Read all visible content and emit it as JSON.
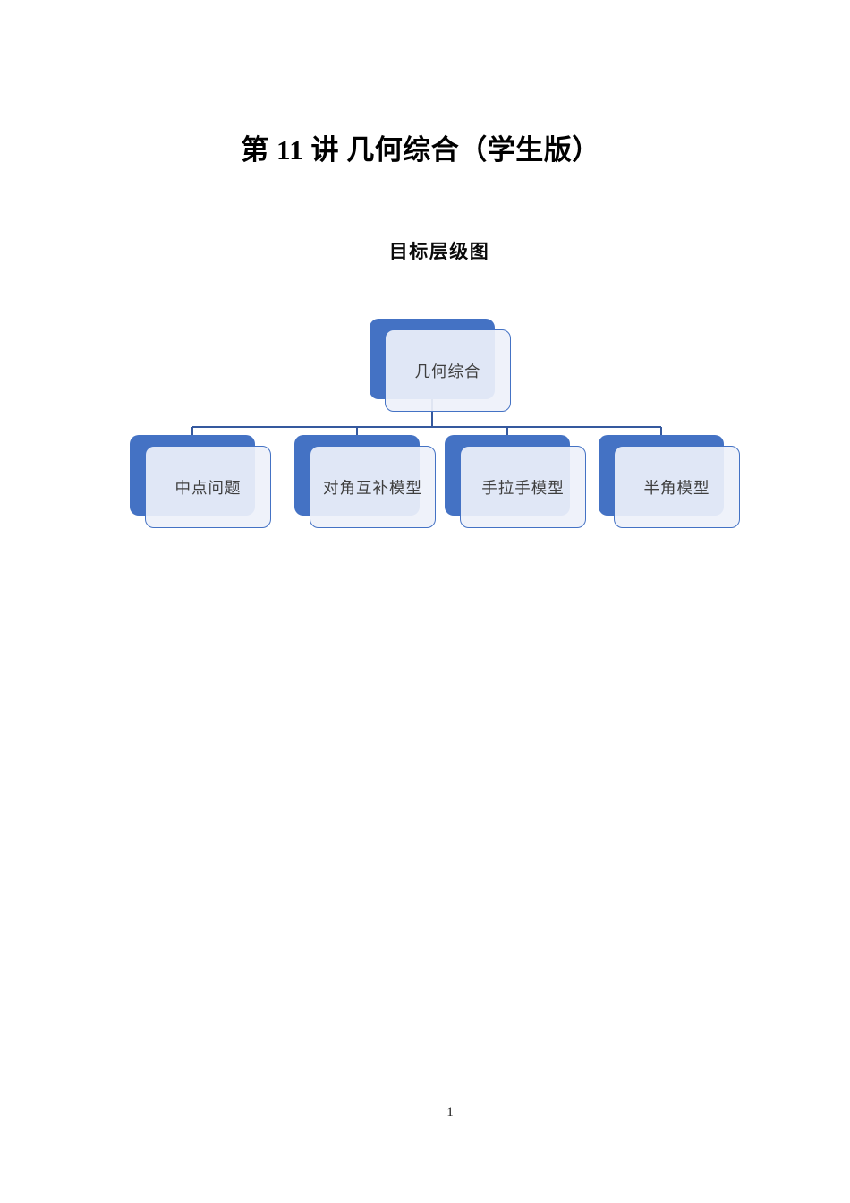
{
  "document": {
    "title": "第 11 讲 几何综合（学生版）",
    "section_heading": "目标层级图",
    "page_number": "1"
  },
  "diagram": {
    "type": "hierarchy",
    "root": {
      "label": "几何综合"
    },
    "children": [
      {
        "label": "中点问题"
      },
      {
        "label": "对角互补模型"
      },
      {
        "label": "手拉手模型"
      },
      {
        "label": "半角模型"
      }
    ]
  },
  "colors": {
    "shape_back_fill": "#4472C4",
    "shape_front_fill": "#EEF1FA",
    "shape_border": "#4472C4",
    "connector_line": "#35599E",
    "node_text": "#3F3F3F",
    "heading_text": "#000000"
  }
}
